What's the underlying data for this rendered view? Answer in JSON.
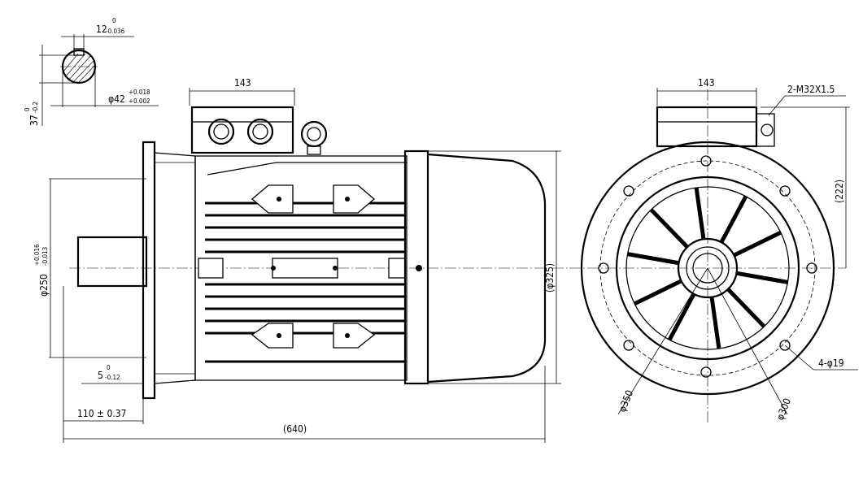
{
  "keyway": {
    "width": "12",
    "width_tol_upper": "0",
    "width_tol_lower": "-0.036",
    "depth": "37",
    "depth_tol_upper": "0",
    "depth_tol_lower": "-0.2"
  },
  "shaft": {
    "diameter": "φ42",
    "tol_upper": "+0.018",
    "tol_lower": "+0.002",
    "length": "110 ± 0.37"
  },
  "spigot": {
    "diameter": "φ250",
    "tol_upper": "+0.016",
    "tol_lower": "-0.013",
    "flange_thickness": "5",
    "ft_tol_upper": "0",
    "ft_tol_lower": "-0.12"
  },
  "side_view": {
    "terminal_box_width": "143",
    "overall_length": "(640)",
    "overall_height": "(φ325)"
  },
  "end_view": {
    "terminal_box_width": "143",
    "cable_gland": "2-M32X1.5",
    "box_height": "(222)",
    "mounting_holes": "4-φ19",
    "pcd": "φ300",
    "flange_diameter": "φ350"
  }
}
